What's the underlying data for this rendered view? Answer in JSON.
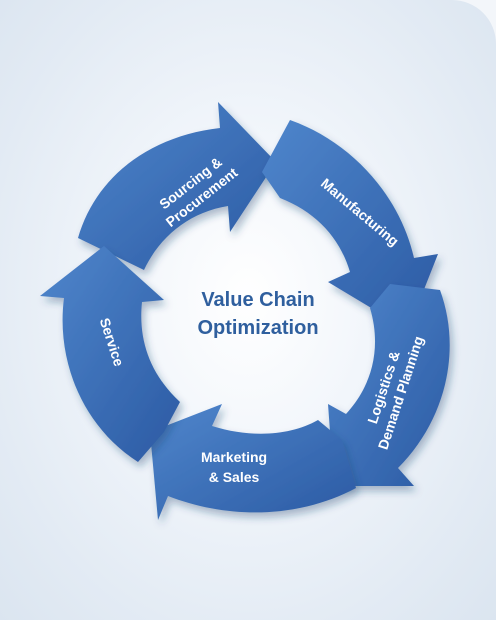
{
  "center": {
    "line1": "Value Chain",
    "line2": "Optimization"
  },
  "segments": [
    {
      "id": "sourcing",
      "line1": "Sourcing &",
      "line2": "Procurement"
    },
    {
      "id": "manufacturing",
      "line1": "Manufacturing",
      "line2": ""
    },
    {
      "id": "logistics",
      "line1": "Logistics &",
      "line2": "Demand Planning"
    },
    {
      "id": "marketing",
      "line1": "Marketing",
      "line2": "& Sales"
    },
    {
      "id": "service",
      "line1": "Service",
      "line2": ""
    }
  ],
  "colors": {
    "arrow_light": "#4a80c8",
    "arrow_dark": "#2c5ca6",
    "center_text": "#2f5f9e"
  }
}
